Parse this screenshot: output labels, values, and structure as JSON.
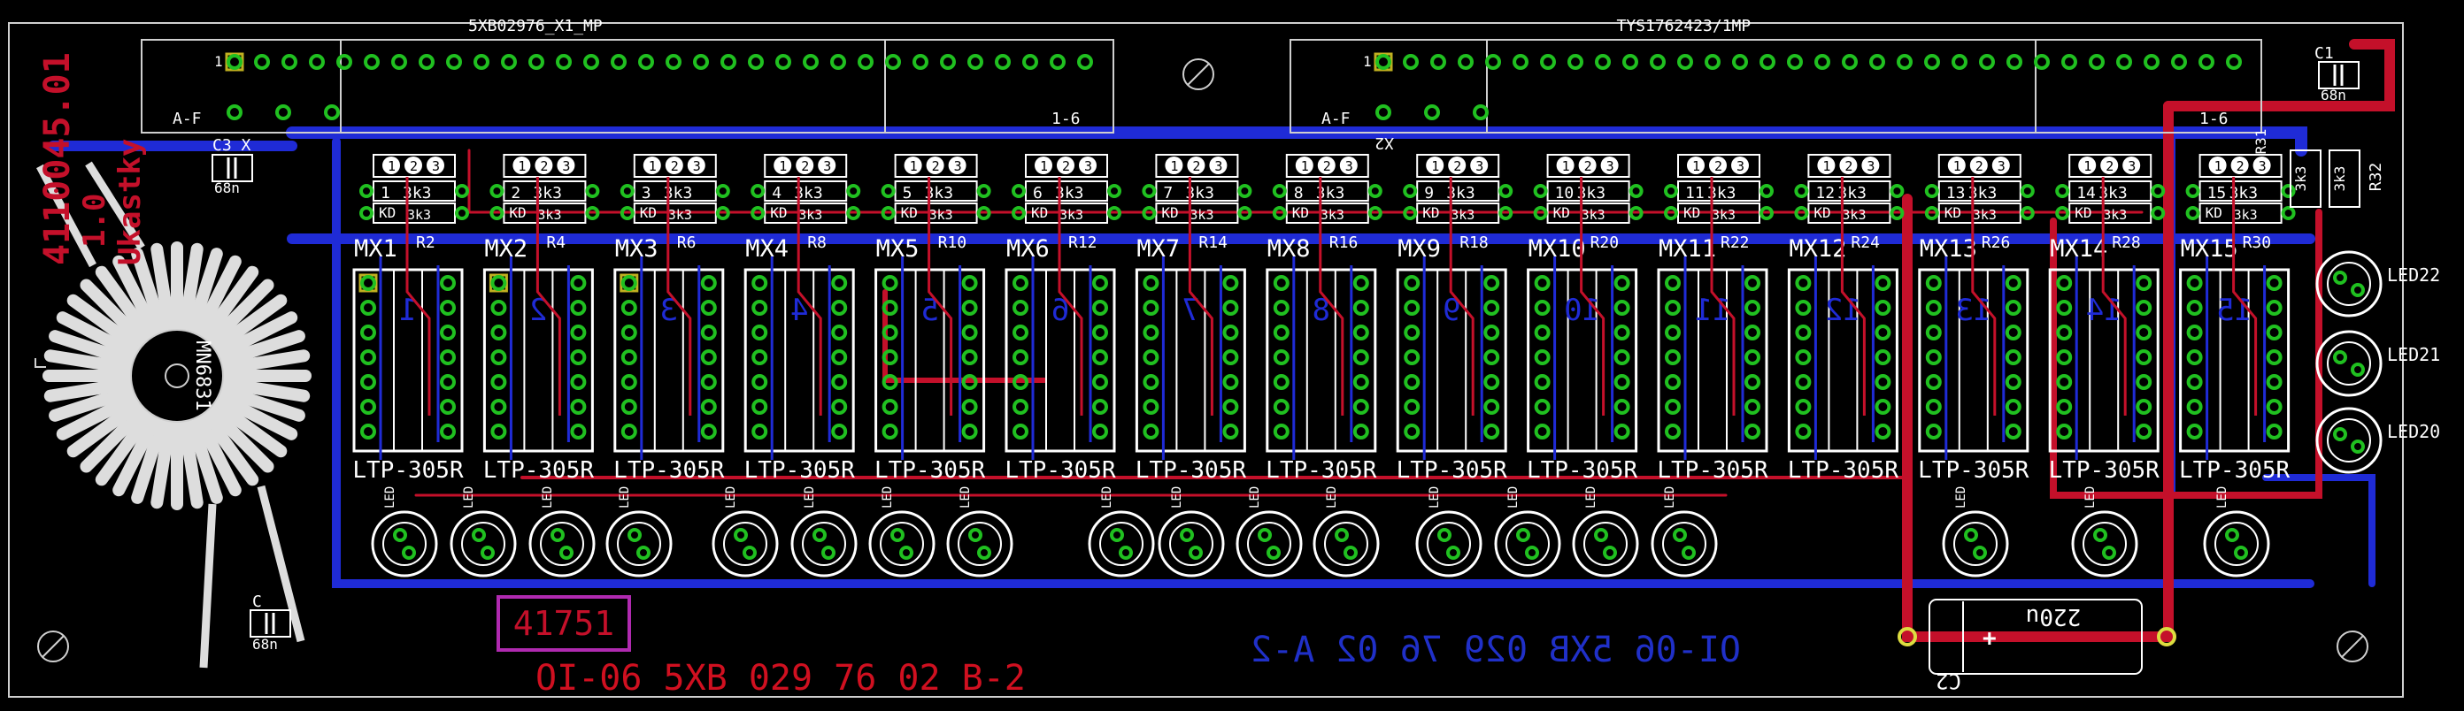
{
  "colors": {
    "background": "#000000",
    "top_copper": "#c4102a",
    "bottom_copper": "#1f2bd6",
    "silk": "#ffffff",
    "outline": "#cfcfcf",
    "pad": "#20c020",
    "bottom_text": "#2030c8",
    "top_text": "#d01020",
    "stamp": "#b02ab0"
  },
  "connectors": [
    {
      "ref": "5XB02976_X1_MP",
      "left": "A-F",
      "right": "1-6",
      "pin_one": "1"
    },
    {
      "ref": "TYS1762423/1MP",
      "left": "A-F",
      "right": "1-6",
      "pin_one": "1"
    }
  ],
  "x2_label": "X2",
  "x1_left_label": "A-F",
  "toroid": {
    "label": "MN6831"
  },
  "caps": {
    "c3_label": "C3 X",
    "c3_value": "68n",
    "c4_label": "C",
    "c4_value": "68n",
    "c1_label": "C1",
    "c1_value": "68n",
    "c2_label": "C2",
    "c2_value": "220u"
  },
  "resistor_value": "3k3",
  "kd_label": "KD",
  "pcb_id": {
    "line1": "4110045.01",
    "line2": "1.0",
    "line3": "Ukastky"
  },
  "modules": [
    {
      "mx": "MX1",
      "t": "1",
      "r": "R2",
      "digit": "1",
      "part": "LTP-305R"
    },
    {
      "mx": "MX2",
      "t": "2",
      "r": "R4",
      "digit": "2",
      "part": "LTP-305R"
    },
    {
      "mx": "MX3",
      "t": "3",
      "r": "R6",
      "digit": "3",
      "part": "LTP-305R"
    },
    {
      "mx": "MX4",
      "t": "4",
      "r": "R8",
      "digit": "4",
      "part": "LTP-305R"
    },
    {
      "mx": "MX5",
      "t": "5",
      "r": "R10",
      "digit": "5",
      "part": "LTP-305R"
    },
    {
      "mx": "MX6",
      "t": "6",
      "r": "R12",
      "digit": "6",
      "part": "LTP-305R"
    },
    {
      "mx": "MX7",
      "t": "7",
      "r": "R14",
      "digit": "7",
      "part": "LTP-305R"
    },
    {
      "mx": "MX8",
      "t": "8",
      "r": "R16",
      "digit": "8",
      "part": "LTP-305R"
    },
    {
      "mx": "MX9",
      "t": "9",
      "r": "R18",
      "digit": "9",
      "part": "LTP-305R"
    },
    {
      "mx": "MX10",
      "t": "10",
      "r": "R20",
      "digit": "10",
      "part": "LTP-305R"
    },
    {
      "mx": "MX11",
      "t": "11",
      "r": "R22",
      "digit": "11",
      "part": "LTP-305R"
    },
    {
      "mx": "MX12",
      "t": "12",
      "r": "R24",
      "digit": "12",
      "part": "LTP-305R"
    },
    {
      "mx": "MX13",
      "t": "13",
      "r": "R26",
      "digit": "13",
      "part": "LTP-305R"
    },
    {
      "mx": "MX14",
      "t": "14",
      "r": "R28",
      "digit": "14",
      "part": "LTP-305R"
    },
    {
      "mx": "MX15",
      "t": "15",
      "r": "R30",
      "digit": "15",
      "part": "LTP-305R"
    }
  ],
  "side_leds": [
    "LED22",
    "LED21",
    "LED20"
  ],
  "side_resistors": {
    "r32": "R32",
    "r31": "R31",
    "value_a": "3k3",
    "value_b": "3k3"
  },
  "row_led_label": "LED",
  "bottom_top_text": "OI-06 5XB 029 76 02 B-2",
  "bottom_mirror_text": "OI-06 5XB 029 76 02 A-2",
  "stamp": "41751"
}
